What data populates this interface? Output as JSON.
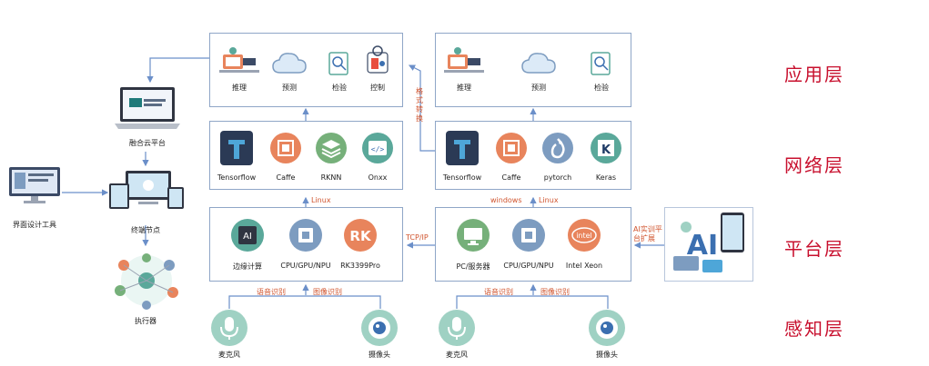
{
  "layers": {
    "app": "应用层",
    "network": "网络层",
    "platform": "平台层",
    "perception": "感知层"
  },
  "left": {
    "fusion_cloud": "融合云平台",
    "design_tool": "界面设计工具",
    "terminal_node": "终端节点",
    "executor": "执行器"
  },
  "edge": {
    "app": {
      "infer": "推理",
      "predict": "预测",
      "inspect": "检验",
      "control": "控制"
    },
    "net": {
      "tensorflow": "Tensorflow",
      "caffe": "Caffe",
      "rknn": "RKNN",
      "onxx": "Onxx"
    },
    "os_label": "Linux",
    "plat": {
      "ai_badge": "AI",
      "edge": "边缘计算",
      "cpu": "CPU/GPU/NPU",
      "rk_badge": "RK",
      "rk": "RK3399Pro"
    },
    "sense_voice": "语音识别",
    "sense_image": "图像识别",
    "mic": "麦克风",
    "camera": "摄像头"
  },
  "server": {
    "app": {
      "infer": "推理",
      "predict": "预测",
      "inspect": "检验"
    },
    "net": {
      "tensorflow": "Tensorflow",
      "caffe": "Caffe",
      "pytorch": "pytorch",
      "keras": "Keras"
    },
    "os_windows": "windows",
    "os_linux": "Linux",
    "plat": {
      "pc": "PC/服务器",
      "cpu": "CPU/GPU/NPU",
      "intel_badge": "intel",
      "xeon": "Intel Xeon"
    },
    "sense_voice": "语音识别",
    "sense_image": "图像识别",
    "mic": "麦克风",
    "camera": "摄像头"
  },
  "connectors": {
    "format_convert": [
      "格",
      "式",
      "转",
      "换"
    ],
    "tcpip": "TCP/IP",
    "ai_training": [
      "AI实训平",
      "台扩展"
    ]
  },
  "colors": {
    "box_border": "#8fa6c7",
    "arrow": "#6b8fc9",
    "layer_text": "#c8102e",
    "annotation": "#d0542e",
    "teal": "#5aa89a",
    "orange": "#e8845c",
    "grayblue": "#7d9cc0",
    "green": "#76b07a"
  }
}
